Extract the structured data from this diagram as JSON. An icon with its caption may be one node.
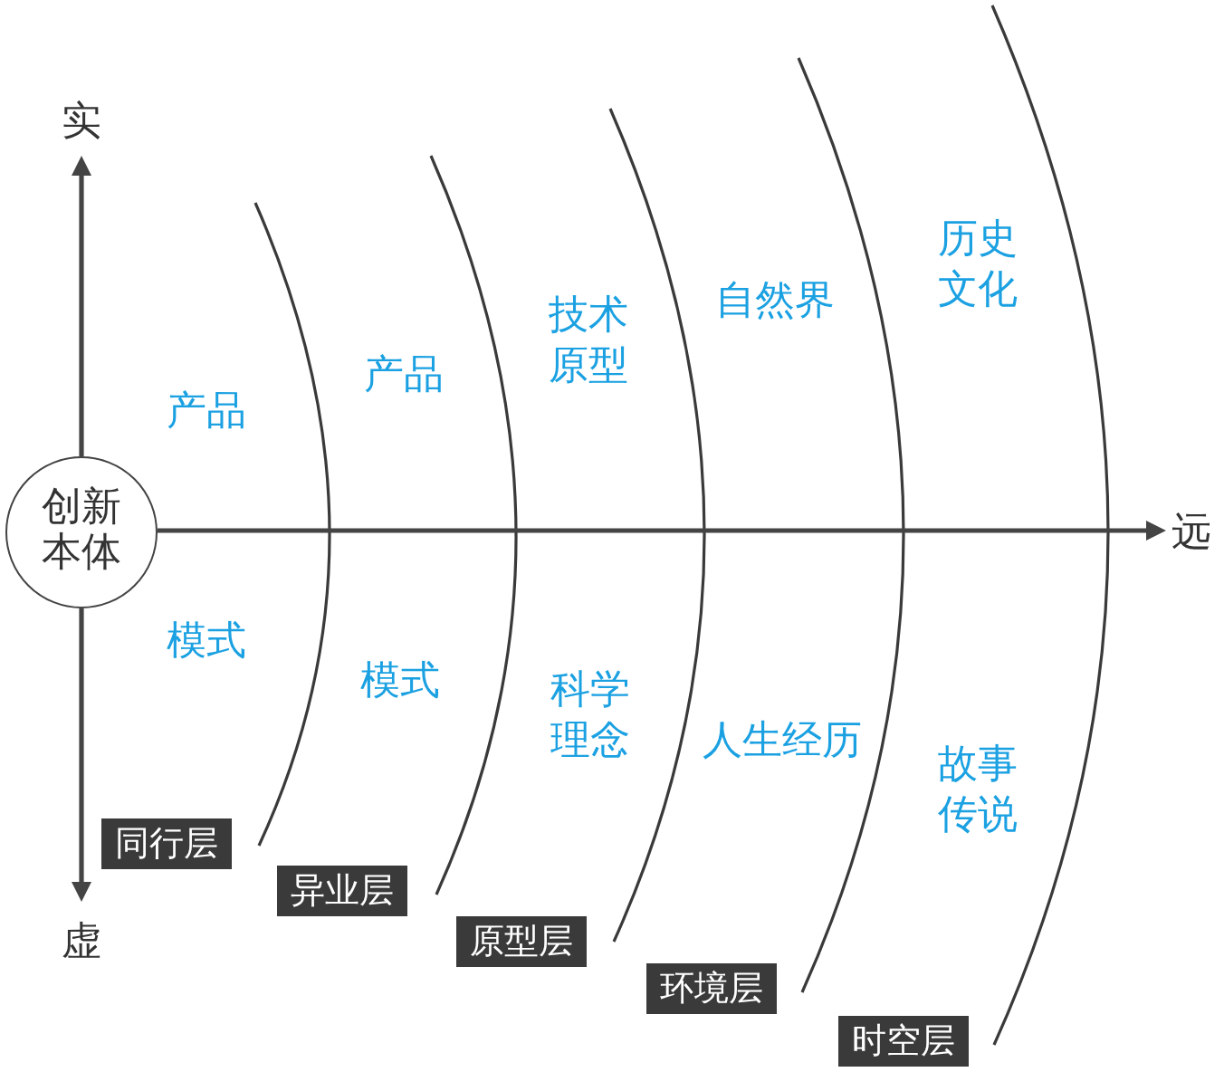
{
  "diagram": {
    "nodes": [
      {
        "text": [
          "创新本体"
        ]
      },
      {
        "text": [
          "同行层"
        ]
      },
      {
        "text": [
          "异业层"
        ]
      },
      {
        "text": [
          "原型层"
        ]
      },
      {
        "text": [
          "环境层"
        ]
      },
      {
        "text": [
          "时空层"
        ]
      }
    ],
    "labels": [
      "实",
      "产品",
      "模式",
      "产品",
      "模式",
      "技术原型",
      "科学理念",
      "自然界",
      "人生经历",
      "历史文化",
      "故事传说",
      "远",
      "虚"
    ]
  }
}
